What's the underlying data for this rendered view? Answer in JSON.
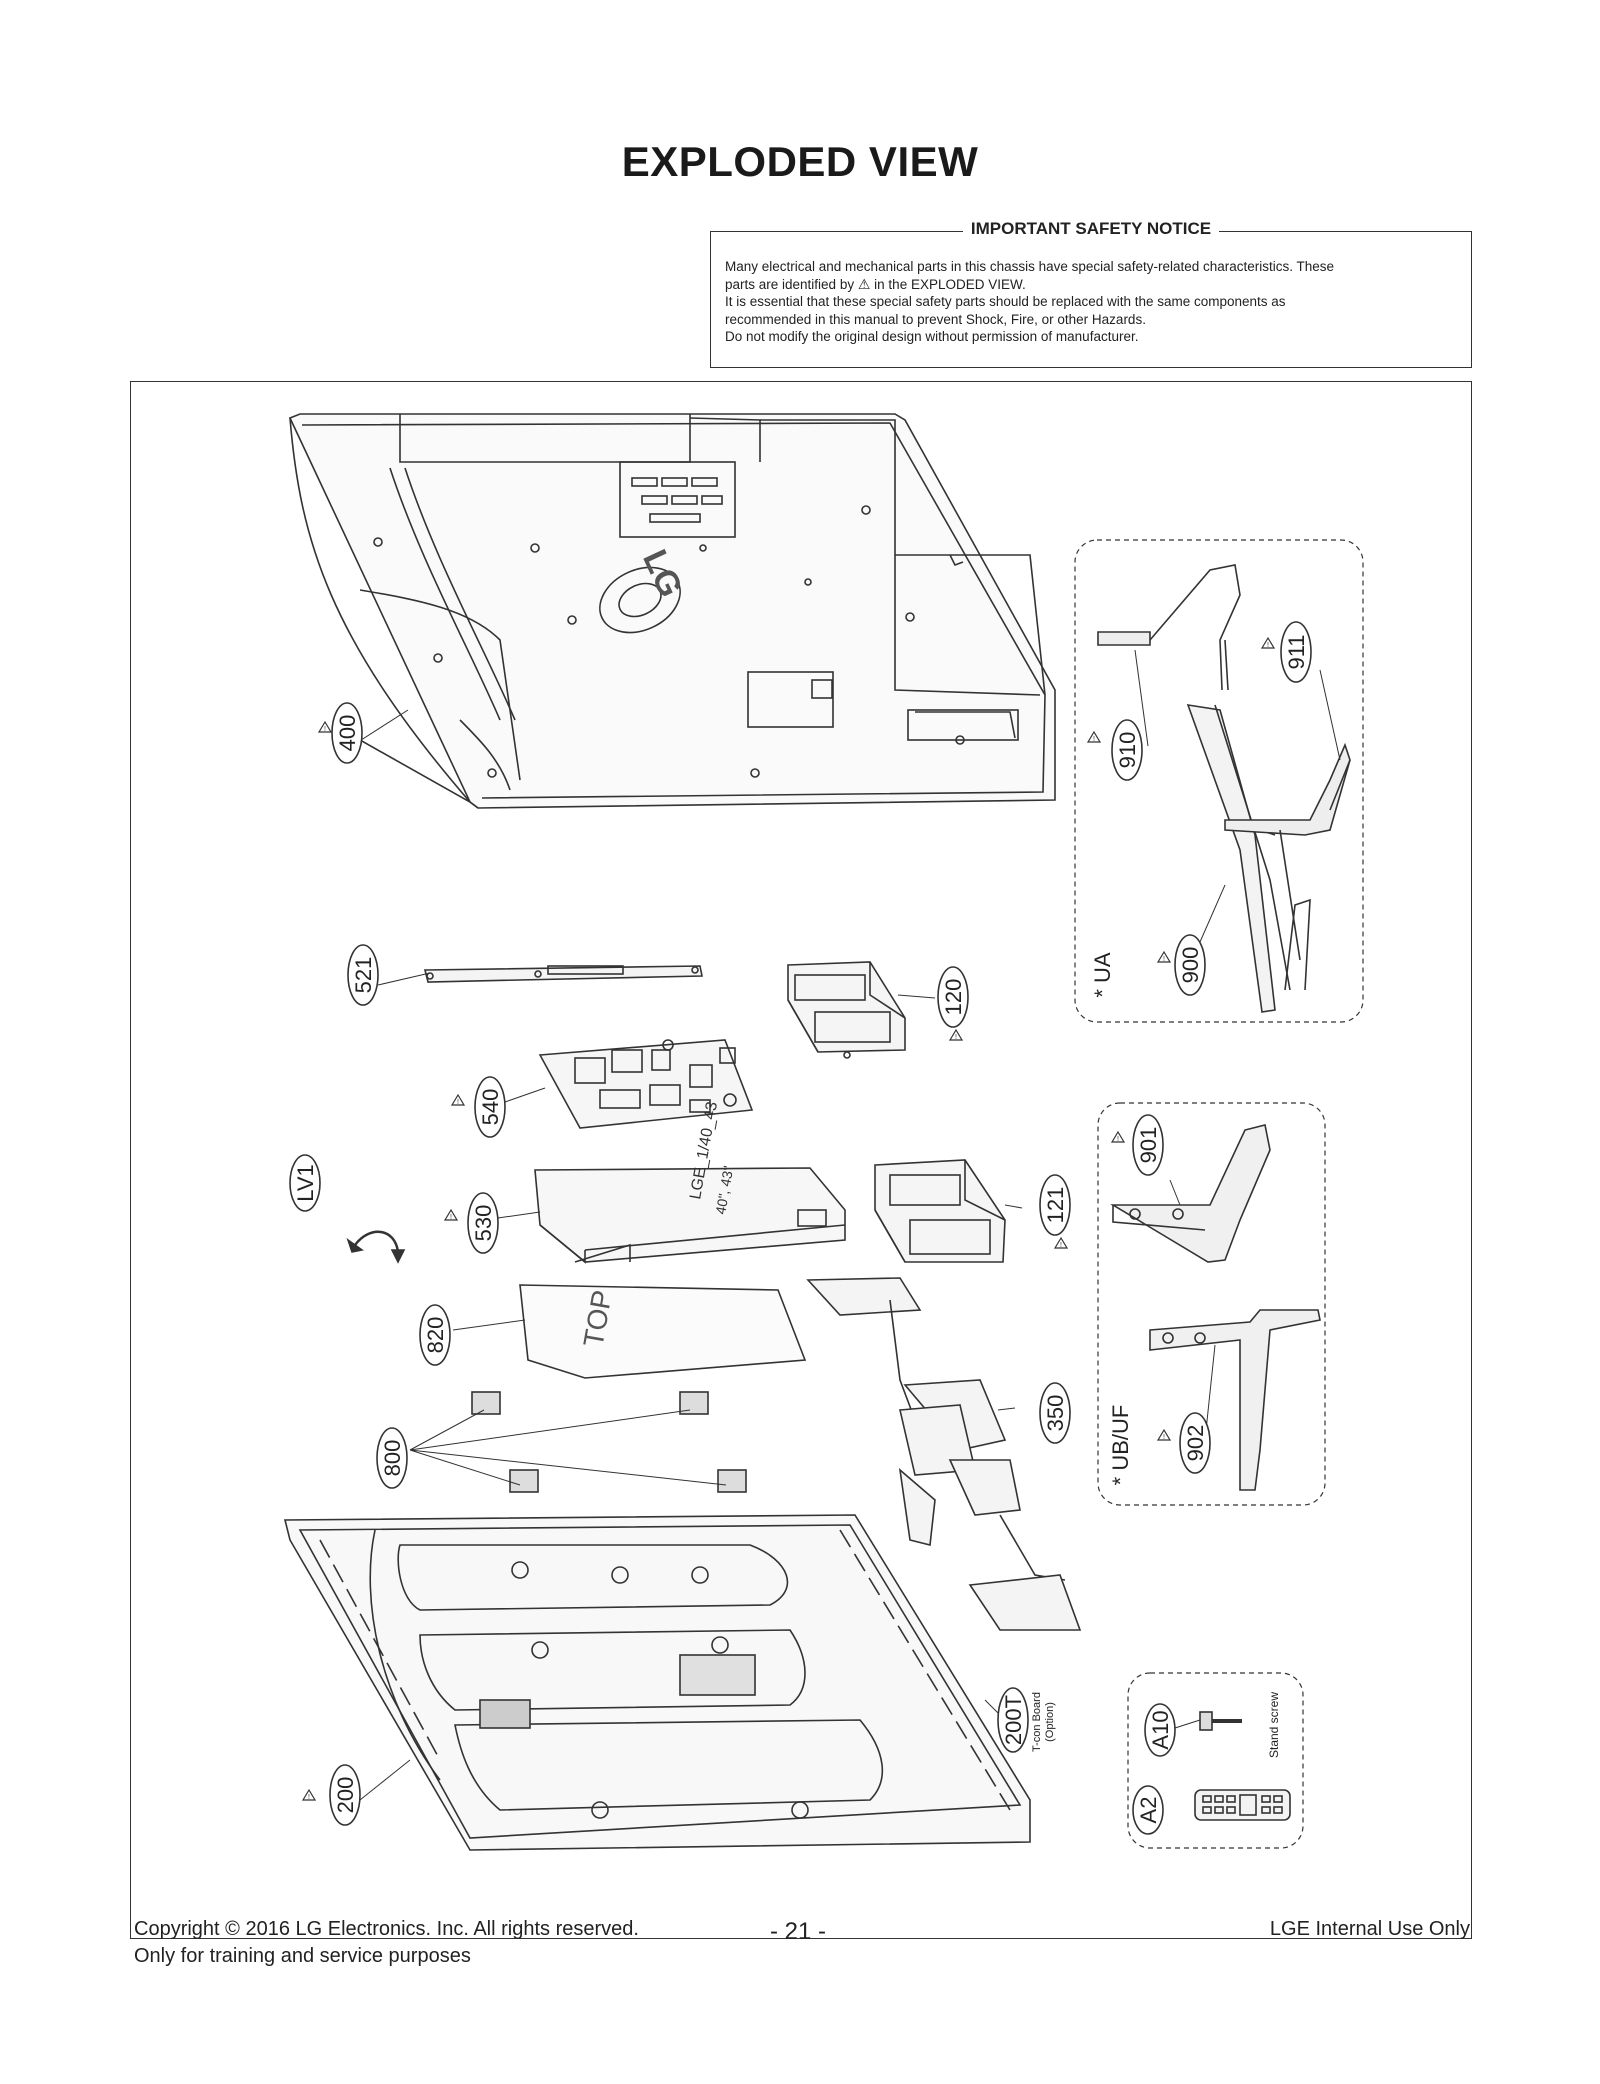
{
  "page": {
    "title": "EXPLODED VIEW"
  },
  "notice": {
    "heading": "IMPORTANT SAFETY NOTICE",
    "line1": "Many electrical and mechanical parts in this chassis have special safety-related characteristics. These",
    "line2_pre": "parts are identified by",
    "line2_post": "in the EXPLODED VIEW.",
    "line3": "It is essential that these special safety parts should be replaced with the same components as",
    "line4": "recommended in this manual to prevent Shock, Fire, or other Hazards.",
    "line5": "Do not modify the original design without permission of manufacturer."
  },
  "parts": {
    "p400": "400",
    "p521": "521",
    "p540": "540",
    "p120": "120",
    "p121": "121",
    "pLV1": "LV1",
    "p530": "530",
    "p820": "820",
    "p800": "800",
    "p350": "350",
    "p200": "200",
    "p200T": "200T",
    "tcon_line1": "T-con Board",
    "tcon_line2": "(Option)",
    "p910": "910",
    "p911": "911",
    "p900": "900",
    "p901": "901",
    "p902": "902",
    "pA10": "A10",
    "pA2": "A2",
    "stand_screw": "Stand screw",
    "group_ua": "* UA",
    "group_ubuf": "* UB/UF",
    "board_text1": "40\", 43\"",
    "board_text2": "LGE_1/40_43",
    "top_label": "TOP"
  },
  "footer": {
    "copyright": "Copyright  © 2016 LG Electronics. Inc. All rights reserved.",
    "training": "Only for training and service purposes",
    "page_number": "- 21 -",
    "internal": "LGE Internal Use Only"
  }
}
